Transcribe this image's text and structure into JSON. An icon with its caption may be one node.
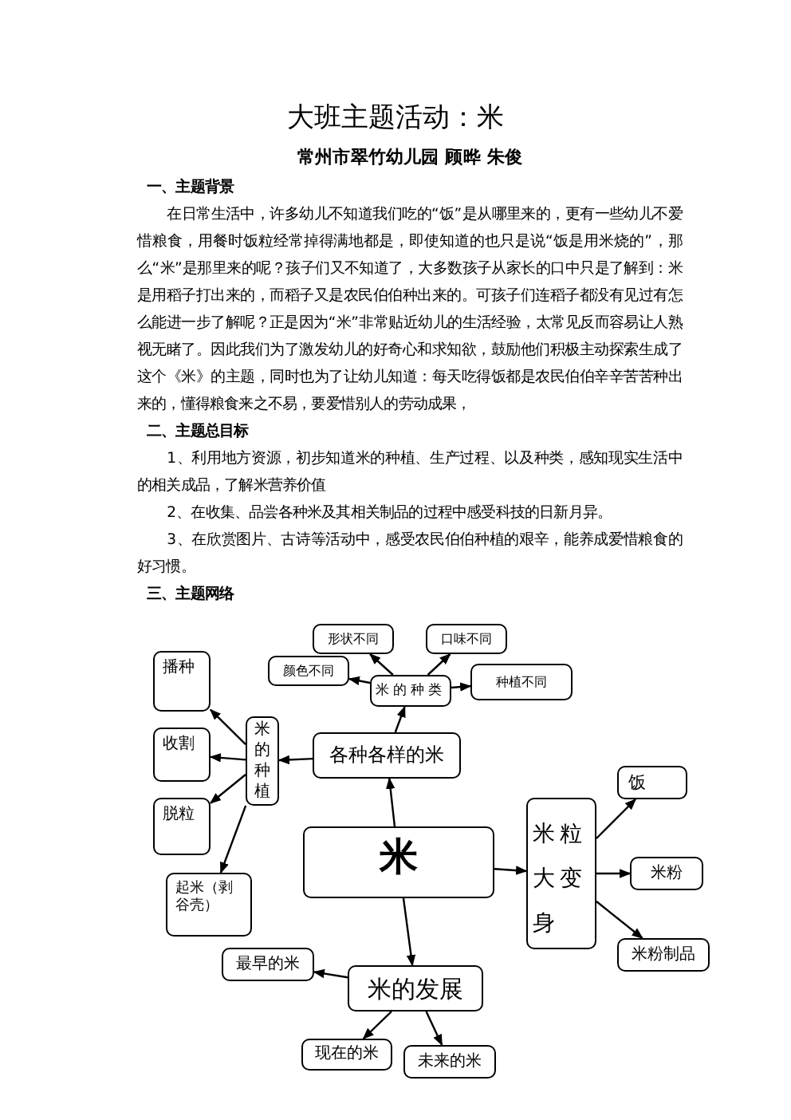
{
  "diagram": {
    "title": "大班主题活动：米",
    "nodes": [
      {
        "text": [
          "米"
        ]
      },
      {
        "text": [
          "各种各样的米"
        ]
      },
      {
        "text": [
          "米的种类"
        ]
      },
      {
        "text": [
          "形状不同"
        ]
      },
      {
        "text": [
          "口味不同"
        ]
      },
      {
        "text": [
          "颜色不同"
        ]
      },
      {
        "text": [
          "种植不同"
        ]
      },
      {
        "text": [
          "米的种植"
        ]
      },
      {
        "text": [
          "播种"
        ]
      },
      {
        "text": [
          "收割"
        ]
      },
      {
        "text": [
          "脱粒"
        ]
      },
      {
        "text": [
          "起米（剥谷壳）"
        ]
      },
      {
        "text": [
          "米粒大变身"
        ]
      },
      {
        "text": [
          "饭"
        ]
      },
      {
        "text": [
          "米粉"
        ]
      },
      {
        "text": [
          "米粉制品"
        ]
      },
      {
        "text": [
          "米的发展"
        ]
      },
      {
        "text": [
          "最早的米"
        ]
      },
      {
        "text": [
          "现在的米"
        ]
      },
      {
        "text": [
          "未来的米"
        ]
      }
    ],
    "edges": [
      {
        "from": 0,
        "to": 1,
        "arrow": "to"
      },
      {
        "from": 1,
        "to": 2,
        "arrow": "to"
      },
      {
        "from": 2,
        "to": 3,
        "arrow": "to"
      },
      {
        "from": 2,
        "to": 4,
        "arrow": "to"
      },
      {
        "from": 2,
        "to": 5,
        "arrow": "to"
      },
      {
        "from": 2,
        "to": 6,
        "arrow": "to"
      },
      {
        "from": 1,
        "to": 7,
        "arrow": "to"
      },
      {
        "from": 7,
        "to": 8,
        "arrow": "to"
      },
      {
        "from": 7,
        "to": 9,
        "arrow": "to"
      },
      {
        "from": 7,
        "to": 10,
        "arrow": "to"
      },
      {
        "from": 7,
        "to": 11,
        "arrow": "to"
      },
      {
        "from": 0,
        "to": 12,
        "arrow": "to"
      },
      {
        "from": 12,
        "to": 13,
        "arrow": "to"
      },
      {
        "from": 12,
        "to": 14,
        "arrow": "to"
      },
      {
        "from": 12,
        "to": 15,
        "arrow": "to"
      },
      {
        "from": 0,
        "to": 16,
        "arrow": "to"
      },
      {
        "from": 16,
        "to": 17,
        "arrow": "to"
      },
      {
        "from": 16,
        "to": 18,
        "arrow": "to"
      },
      {
        "from": 16,
        "to": 19,
        "arrow": "to"
      }
    ],
    "labels": [
      "常州市翠竹幼儿园 顾晔 朱俊",
      "一、主题背景",
      "在日常生活中，许多幼儿不知道我们吃的“饭”是从哪里来的，更有一些幼儿不爱惜粮食，用餐时饭粒经常掉得满地都是，即使知道的也只是说“饭是用米烧的”，那么“米”是那里来的呢？孩子们又不知道了，大多数孩子从家长的口中只是了解到：米是用稻子打出来的，而稻子又是农民伯伯种出来的。可孩子们连稻子都没有见过有怎么能进一步了解呢？正是因为“米”非常贴近幼儿的生活经验，太常见反而容易让人熟视无睹了。因此我们为了激发幼儿的好奇心和求知欲，鼓励他们积极主动探索生成了这个《米》的主题，同时也为了让幼儿知道：每天吃得饭都是农民伯伯辛辛苦苦种出来的，懂得粮食来之不易，要爱惜别人的劳动成果，",
      "二、主题总目标",
      "1、利用地方资源，初步知道米的种植、生产过程、以及种类，感知现实生活中的相关成品，了解米营养价值",
      "2、在收集、品尝各种米及其相关制品的过程中感受科技的日新月异。",
      "3、在欣赏图片、古诗等活动中，感受农民伯伯种植的艰辛，能养成爱惜粮食的好习惯。",
      "三、主题网络"
    ]
  }
}
